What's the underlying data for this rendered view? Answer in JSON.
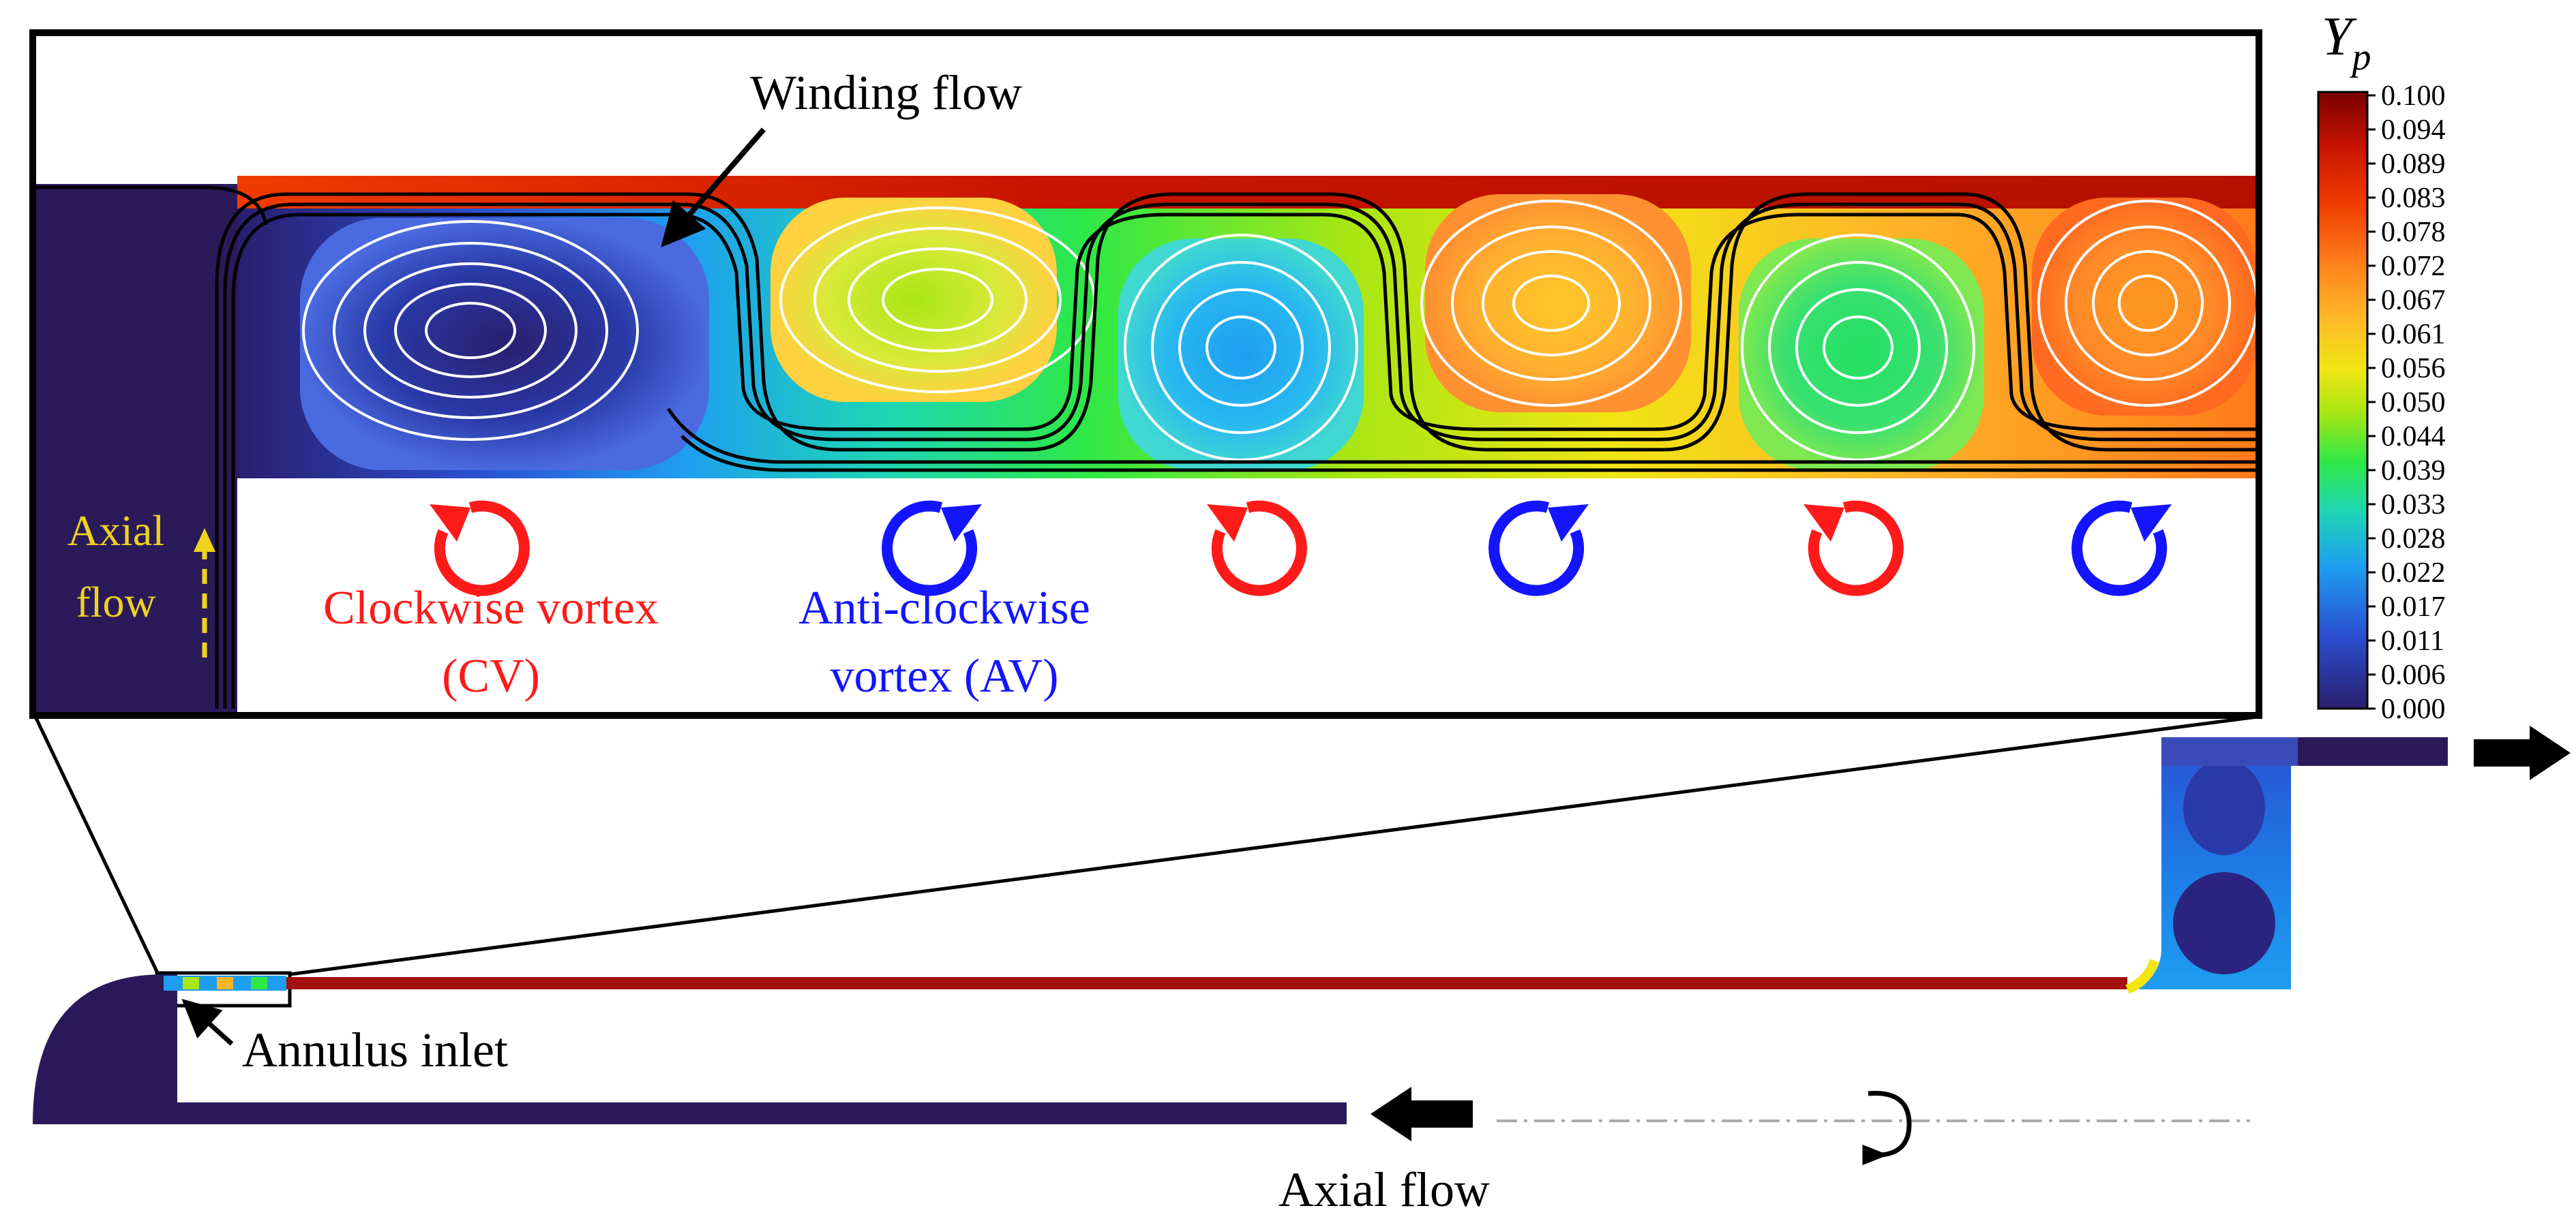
{
  "labels": {
    "winding_flow": "Winding flow",
    "axial_flow_top": "Axial",
    "axial_flow_bottom": "flow",
    "cv_line1": "Clockwise vortex",
    "cv_line2": "(CV)",
    "av_line1": "Anti-clockwise",
    "av_line2": "vortex (AV)",
    "annulus_inlet": "Annulus inlet",
    "axial_flow_outlet": "Axial flow"
  },
  "colorbar": {
    "symbol": "Y",
    "subscript": "p",
    "ticks": [
      "0.100",
      "0.094",
      "0.089",
      "0.083",
      "0.078",
      "0.072",
      "0.067",
      "0.061",
      "0.056",
      "0.050",
      "0.044",
      "0.039",
      "0.033",
      "0.028",
      "0.022",
      "0.017",
      "0.011",
      "0.006",
      "0.000"
    ],
    "stops": [
      "#7a0000",
      "#c81400",
      "#ee3c00",
      "#ff7a1a",
      "#ffb428",
      "#f0e614",
      "#a8e614",
      "#2ee846",
      "#1ed6b4",
      "#1e9ef0",
      "#2a50d2",
      "#2a1e6e"
    ]
  },
  "vortices": [
    {
      "type": "clockwise",
      "color": "#ff1a1a"
    },
    {
      "type": "anticlockwise",
      "color": "#1414ff"
    },
    {
      "type": "clockwise",
      "color": "#ff1a1a"
    },
    {
      "type": "anticlockwise",
      "color": "#1414ff"
    },
    {
      "type": "clockwise",
      "color": "#ff1a1a"
    },
    {
      "type": "anticlockwise",
      "color": "#1414ff"
    }
  ],
  "colors": {
    "fluid_dark": "#2b1a5a",
    "annulus_red": "#a30f0f",
    "axial_arrow": "#f0d21e",
    "frame": "#000000"
  }
}
